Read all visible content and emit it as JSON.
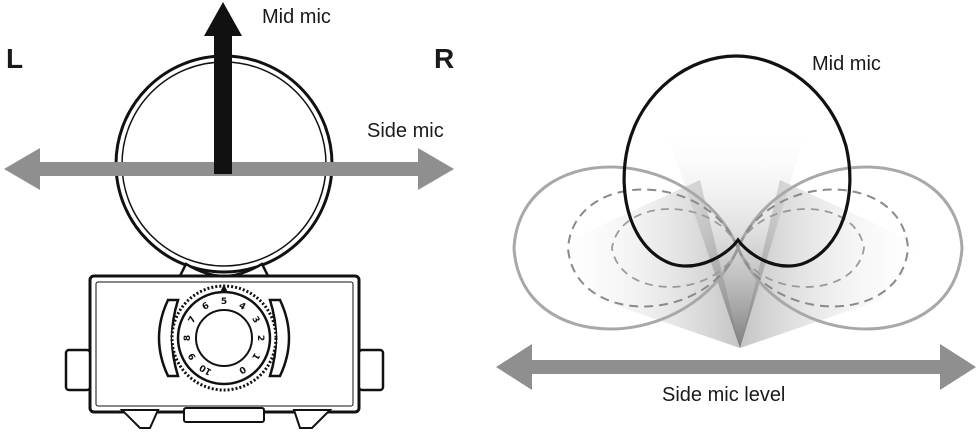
{
  "left_diagram": {
    "left_label": "L",
    "right_label": "R",
    "mid_mic_label": "Mid mic",
    "side_mic_label": "Side mic",
    "dial": {
      "marker": "▲",
      "numbers": [
        "0",
        "1",
        "2",
        "3",
        "4",
        "5",
        "6",
        "7",
        "8",
        "9",
        "10"
      ]
    }
  },
  "right_diagram": {
    "mid_mic_label": "Mid mic",
    "side_mic_level_label": "Side mic level"
  },
  "colors": {
    "ink": "#111111",
    "gray_arrow": "#8f8f8f",
    "lobe_gray": "#a8a8a8"
  }
}
